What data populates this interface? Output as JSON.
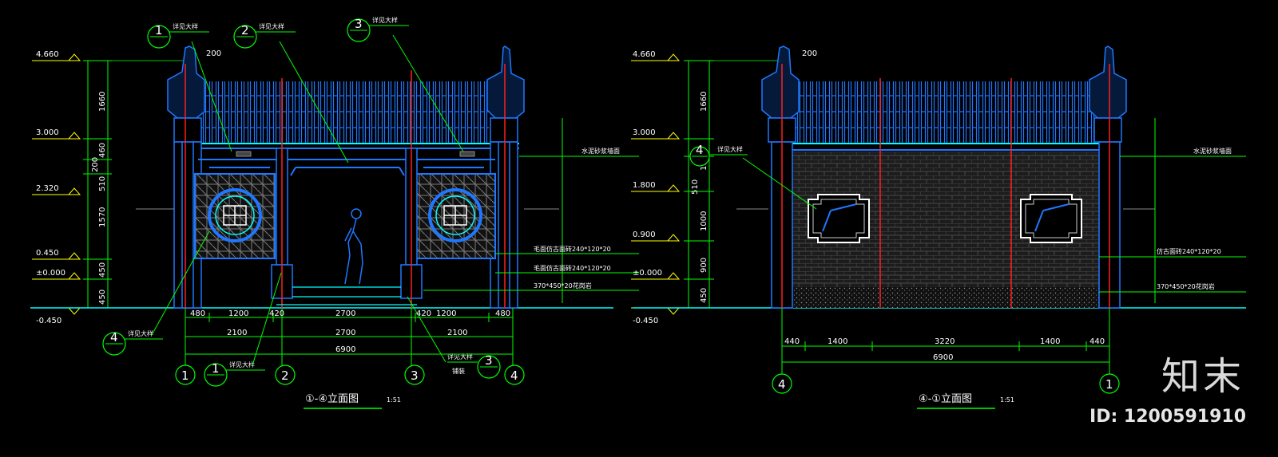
{
  "left_elevation": {
    "title": "①-④立面图",
    "scale": "1:51",
    "levels": [
      "4.660",
      "3.000",
      "2.320",
      "0.450",
      "±0.000",
      "-0.450"
    ],
    "vertical_dims": [
      "1660",
      "460",
      "200",
      "510",
      "1570",
      "450",
      "450"
    ],
    "top_dim": "200",
    "dims_row1": [
      "480",
      "1200",
      "420",
      "2700",
      "420",
      "1200",
      "480"
    ],
    "dims_row2": [
      "2100",
      "2700",
      "2100"
    ],
    "dims_total": "6900",
    "axes": [
      "1",
      "2",
      "3",
      "4"
    ],
    "callouts": [
      "1",
      "2",
      "3",
      "4",
      "1",
      "3"
    ],
    "annotations": {
      "callout1": "详见大样",
      "callout2": "详见大样",
      "callout3": "详见大样",
      "callout4": "详见大样",
      "callout5": "详见大样",
      "callout6": "详见大样",
      "roof_line": "水泥砂浆墙面",
      "line_wall1": "毛面仿古面砖240*120*20",
      "line_wall2": "毛面仿古面砖240*120*20",
      "line_base": "370*450*20花岗岩",
      "extra": "铺装"
    }
  },
  "right_elevation": {
    "title": "④-①立面图",
    "scale": "1:51",
    "levels": [
      "4.660",
      "3.000",
      "1.800",
      "0.900",
      "±0.000",
      "-0.450"
    ],
    "vertical_dims": [
      "1660",
      "110",
      "510",
      "1000",
      "900",
      "450"
    ],
    "top_dim": "200",
    "dims_row1": [
      "440",
      "1400",
      "3220",
      "1400",
      "440"
    ],
    "dims_total": "6900",
    "axes": [
      "4",
      "1"
    ],
    "callout": "4",
    "annotations": {
      "callout": "详见大样",
      "roof_line": "水泥砂浆墙面",
      "line_wall": "仿古面砖240*120*20",
      "line_base": "370*450*20花岗岩"
    }
  },
  "watermark": {
    "logo": "知末",
    "id": "ID: 1200591910"
  },
  "colors": {
    "cyan": "#00ffff",
    "blue": "#1e78ff",
    "green": "#00ff00",
    "yellow": "#ffff00",
    "red": "#ff2020",
    "white": "#ffffff",
    "brick": "#3a3a3a"
  }
}
